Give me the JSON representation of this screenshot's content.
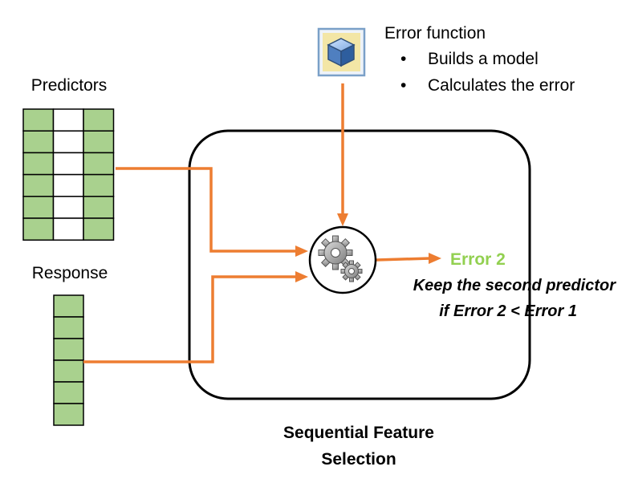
{
  "labels": {
    "predictors": "Predictors",
    "response": "Response",
    "error_function_title": "Error function",
    "bullets": [
      "Builds a model",
      "Calculates the error"
    ],
    "error_value": "Error 2",
    "keep_line1": "Keep the second predictor",
    "keep_line2": "if Error 2 < Error 1",
    "caption_line1": "Sequential Feature",
    "caption_line2": "Selection"
  },
  "predictor_table": {
    "columns": [
      "filled",
      "empty",
      "filled"
    ],
    "row_count": 6
  },
  "response_table": {
    "row_count": 6
  },
  "icons": {
    "model": "cube-icon",
    "process": "gears-icon",
    "bullet": "•"
  },
  "colors": {
    "arrow": "#ed7d31",
    "cell_fill": "#a9d18e",
    "error_text": "#92d050",
    "icon_frame": "#7aa0c8",
    "icon_bg": "#f3e6a6"
  }
}
